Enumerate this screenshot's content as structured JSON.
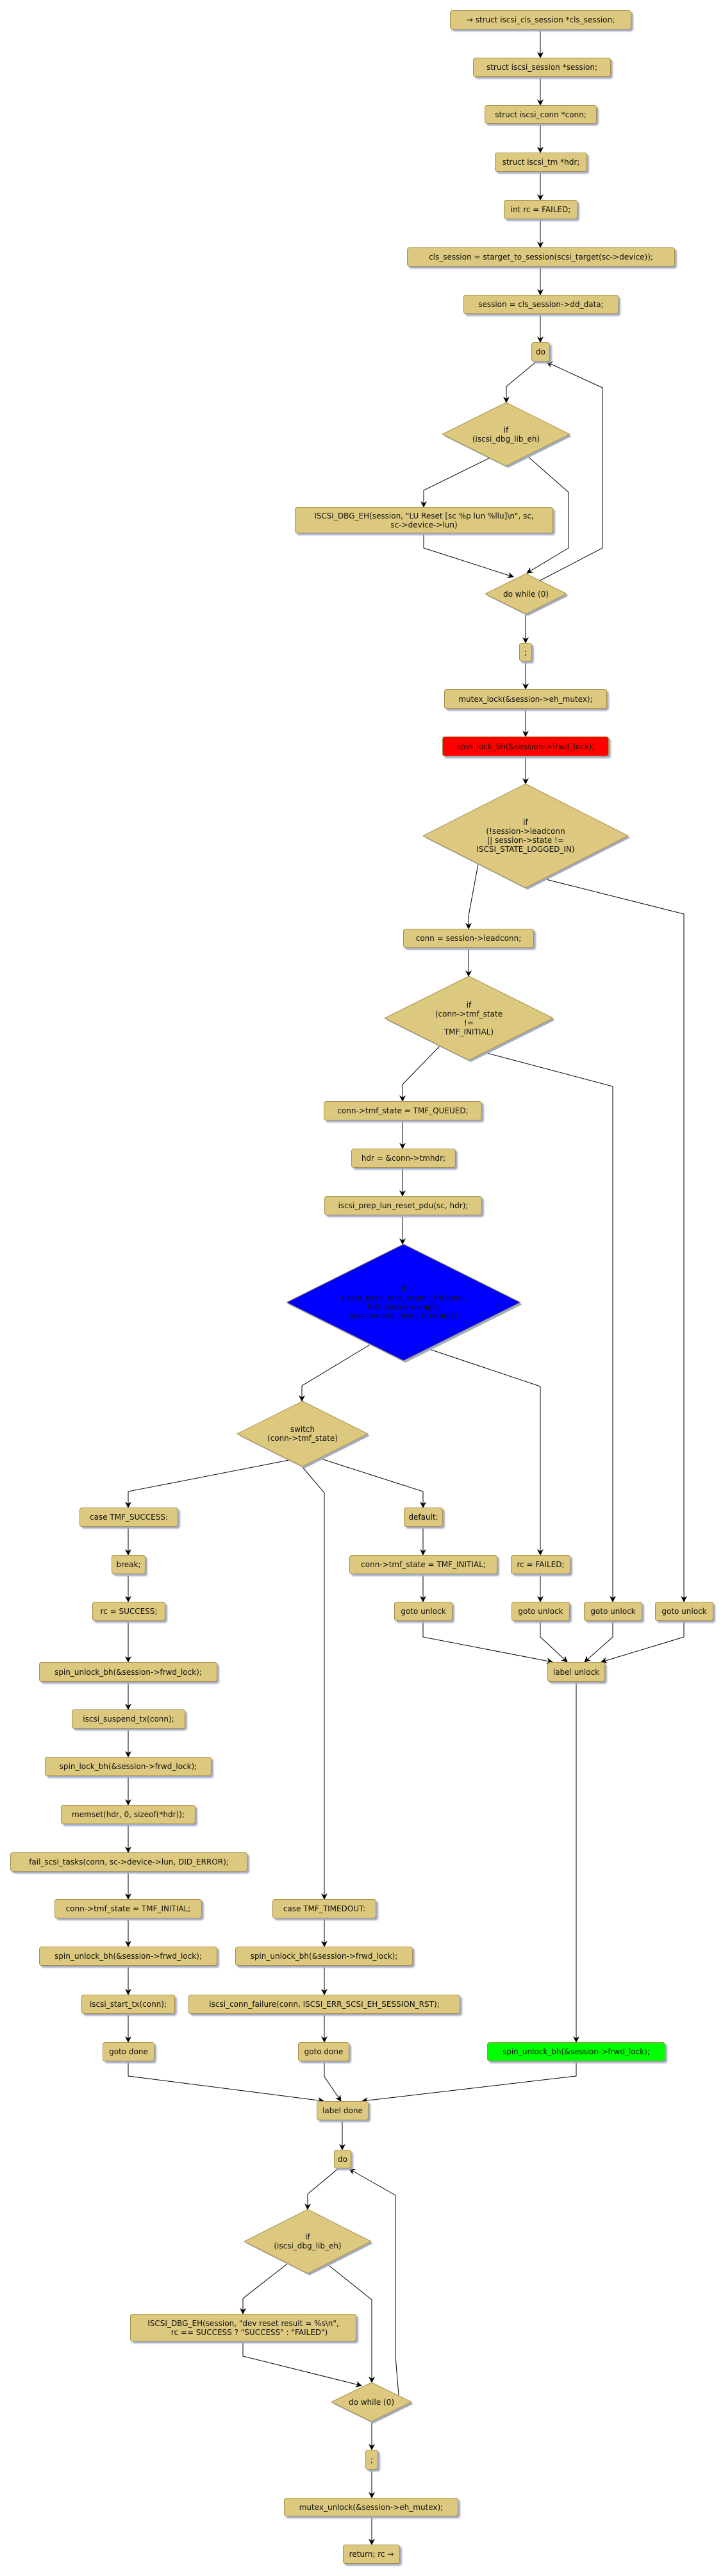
{
  "diagram": {
    "nodes": {
      "n1": "→ struct iscsi_cls_session *cls_session;",
      "n2": "struct iscsi_session *session;",
      "n3": "struct iscsi_conn *conn;",
      "n4": "struct iscsi_tm *hdr;",
      "n5": "int rc = FAILED;",
      "n6": "cls_session = starget_to_session(scsi_target(sc->device));",
      "n7": "session = cls_session->dd_data;",
      "do1": "do",
      "d1": "if\n(iscsi_dbg_lib_eh)",
      "dbg1": "ISCSI_DBG_EH(session, \"LU Reset [sc %p lun %llu]\\n\", sc,\nsc->device->lun)",
      "dw1": "do while (0)",
      "semi1": ";",
      "mutex": "mutex_lock(&session->eh_mutex);",
      "spin_red": "spin_lock_bh(&session->frwd_lock);",
      "d2": "if\n(!session->leadconn\n|| session->state !=\nISCSI_STATE_LOGGED_IN)",
      "conn": "conn = session->leadconn;",
      "d3": "if\n(conn->tmf_state\n!=\nTMF_INITIAL)",
      "queued": "conn->tmf_state = TMF_QUEUED;",
      "hdr": "hdr = &conn->tmhdr;",
      "prep": "iscsi_prep_lun_reset_pdu(sc, hdr);",
      "blue": "if\n(iscsi_exec_task_mgmt_fn(conn,\nhdr, session->age,\nsession->lu_reset_timeout))",
      "switch": "switch\n(conn->tmf_state)",
      "case_success": "case TMF_SUCCESS:",
      "default": "default:",
      "brk": "break;",
      "tmf_init1": "conn->tmf_state = TMF_INITIAL;",
      "rc_failed": "rc = FAILED;",
      "rc_success": "rc = SUCCESS;",
      "goto_unlock1": "goto unlock",
      "goto_unlock2": "goto unlock",
      "goto_unlock3": "goto unlock",
      "goto_unlock4": "goto unlock",
      "label_unlock": "label unlock",
      "spin_unlock1": "spin_unlock_bh(&session->frwd_lock);",
      "suspend": "iscsi_suspend_tx(conn);",
      "spin_lock2": "spin_lock_bh(&session->frwd_lock);",
      "memset": "memset(hdr, 0, sizeof(*hdr));",
      "fail": "fail_scsi_tasks(conn, sc->device->lun, DID_ERROR);",
      "tmf_init2": "conn->tmf_state = TMF_INITIAL;",
      "case_timedout": "case TMF_TIMEDOUT:",
      "spin_unlock2": "spin_unlock_bh(&session->frwd_lock);",
      "spin_unlock3": "spin_unlock_bh(&session->frwd_lock);",
      "start_tx": "iscsi_start_tx(conn);",
      "conn_failure": "iscsi_conn_failure(conn, ISCSI_ERR_SCSI_EH_SESSION_RST);",
      "goto_done1": "goto done",
      "goto_done2": "goto done",
      "spin_unlock_green": "spin_unlock_bh(&session->frwd_lock);",
      "label_done": "label done",
      "do2": "do",
      "d4": "if\n(iscsi_dbg_lib_eh)",
      "dbg2": "ISCSI_DBG_EH(session, \"dev reset result = %s\\n\",\n     rc == SUCCESS ? \"SUCCESS\" : \"FAILED\")",
      "dw2": "do while (0)",
      "semi2": ";",
      "mutex_unlock": "mutex_unlock(&session->eh_mutex);",
      "ret": "return; rc →"
    },
    "colors": {
      "node": "#dcc87e",
      "node_border": "#a8914a",
      "shadow": "#a3abc4",
      "red": "#ff0000",
      "blue": "#0000ff",
      "green": "#00ff00",
      "edge": "#000000"
    }
  }
}
